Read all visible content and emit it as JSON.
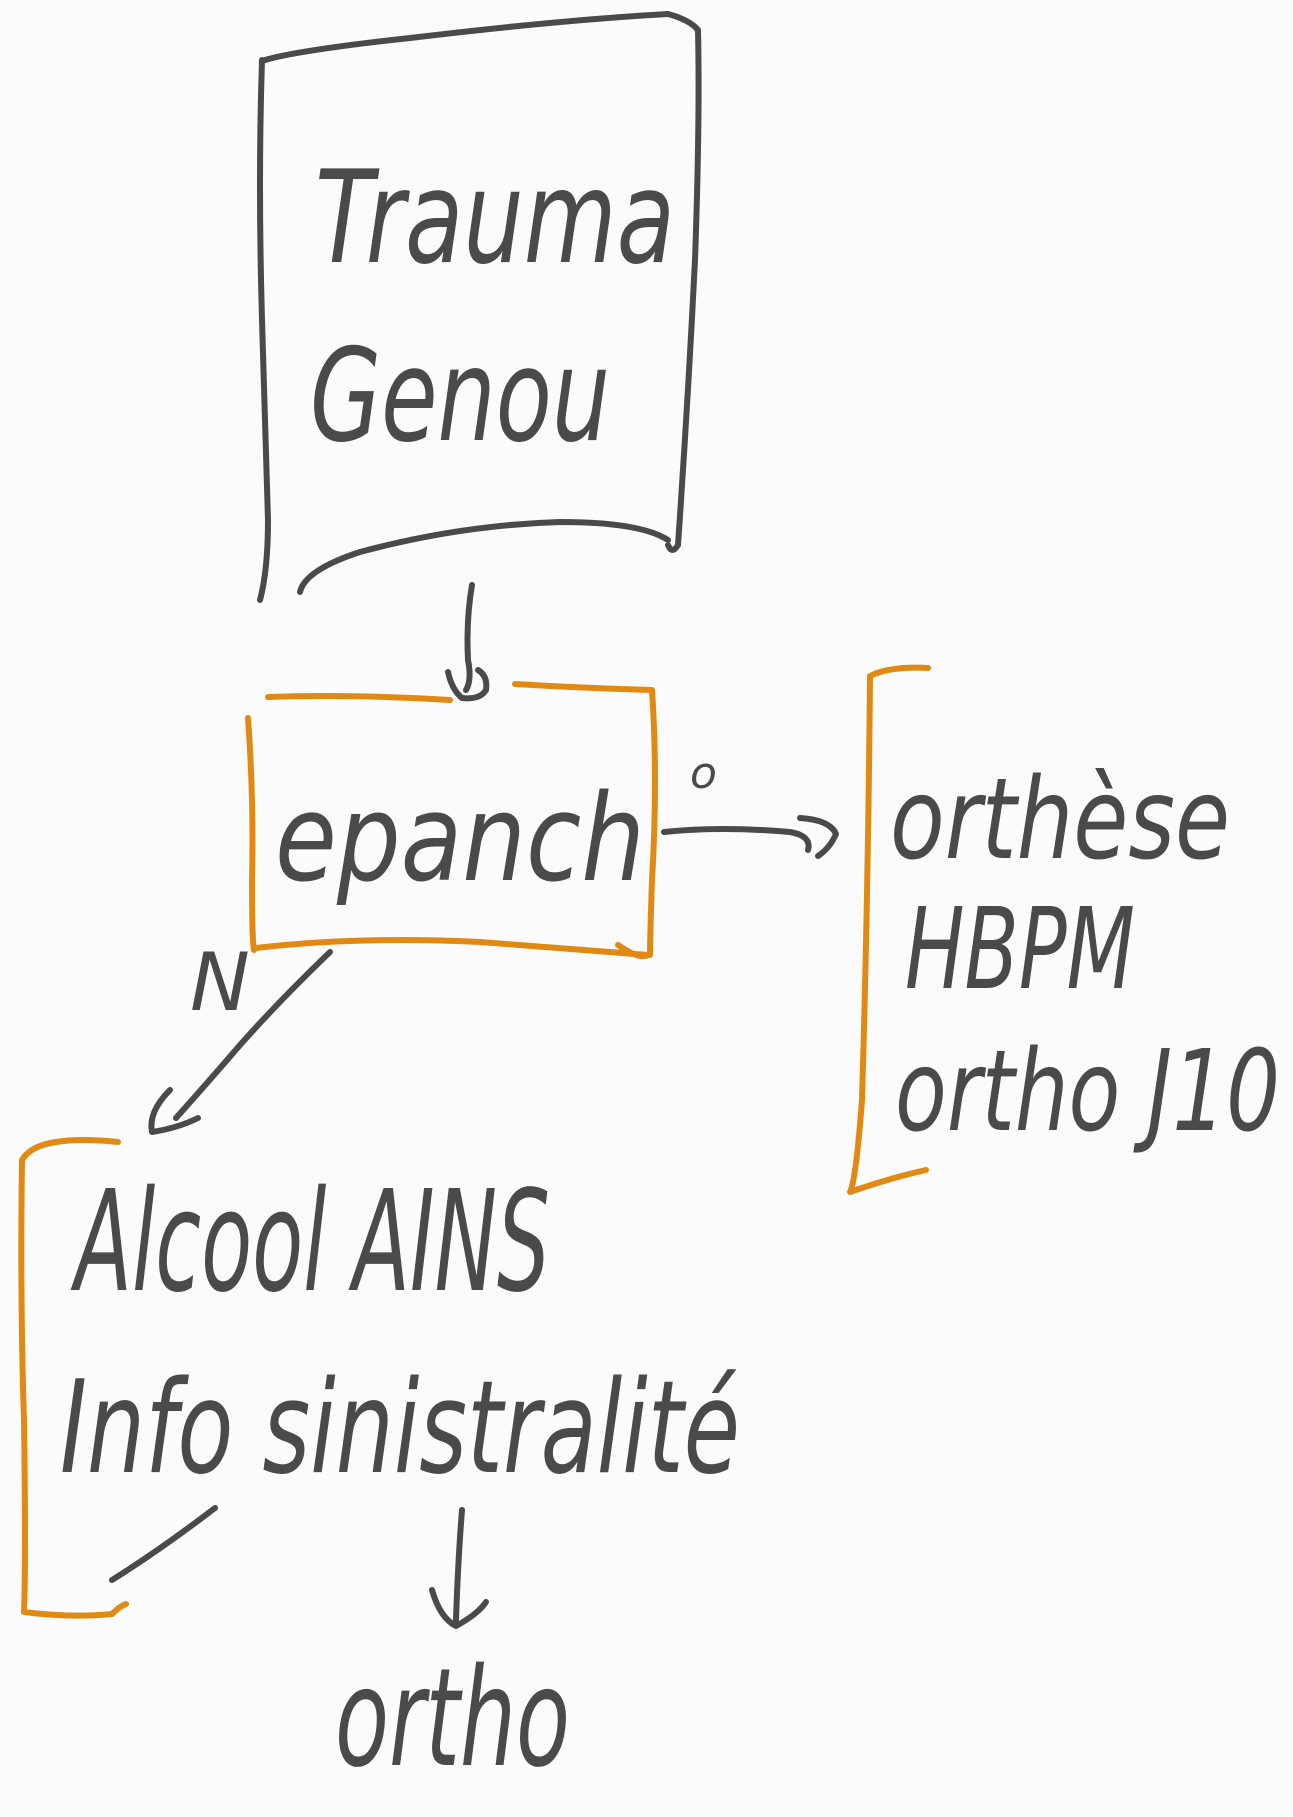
{
  "colors": {
    "ink": "#4a4a4a",
    "accent": "#e08a14"
  },
  "nodes": {
    "trauma": {
      "line1": "Trauma",
      "line2": "Genou"
    },
    "epanch": {
      "label": "epanch"
    },
    "right_list": {
      "items": [
        "orthèse",
        "HBPM",
        "ortho J10"
      ]
    },
    "left_list": {
      "items": [
        "Alcool AINS",
        "Info sinistralité"
      ]
    },
    "bottom": {
      "label": "ortho"
    }
  },
  "annotations": {
    "right_arrow_mark": "o",
    "left_arrow_mark": "N"
  }
}
